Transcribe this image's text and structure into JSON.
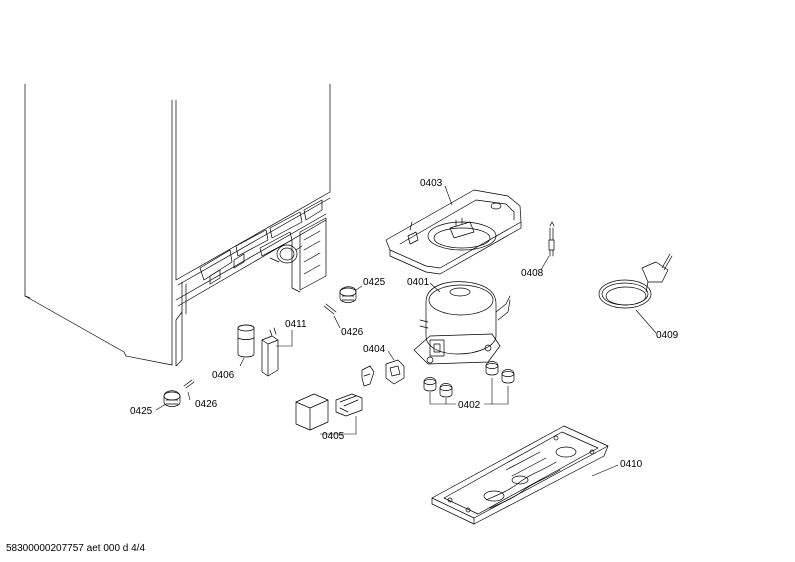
{
  "labels": {
    "p0403": "0403",
    "p0425_top": "0425",
    "p0401": "0401",
    "p0408": "0408",
    "p0411": "0411",
    "p0426_top": "0426",
    "p0404": "0404",
    "p0409": "0409",
    "p0406": "0406",
    "p0402": "0402",
    "p0425_bottom": "0425",
    "p0426_bottom": "0426",
    "p0405": "0405",
    "p0410": "0410"
  },
  "footer": {
    "document_id": "58300000207757 aet 000 d 4/4"
  }
}
